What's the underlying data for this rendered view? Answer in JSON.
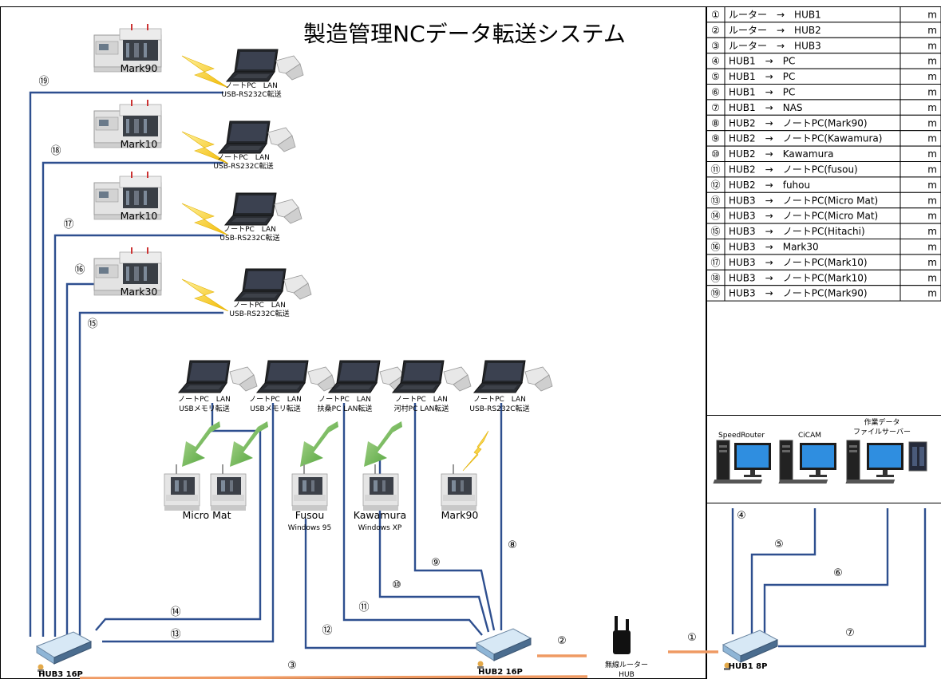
{
  "title": "製造管理NCデータ転送システム",
  "table": {
    "unit": "m",
    "rows": [
      {
        "num": "①",
        "route": "ルーター　→　HUB1"
      },
      {
        "num": "②",
        "route": "ルーター　→　HUB2"
      },
      {
        "num": "③",
        "route": "ルーター　→　HUB3"
      },
      {
        "num": "④",
        "route": "HUB1　→　PC"
      },
      {
        "num": "⑤",
        "route": "HUB1　→　PC"
      },
      {
        "num": "⑥",
        "route": "HUB1　→　PC"
      },
      {
        "num": "⑦",
        "route": "HUB1　→　NAS"
      },
      {
        "num": "⑧",
        "route": "HUB2　→　ノートPC(Mark90)"
      },
      {
        "num": "⑨",
        "route": "HUB2　→　ノートPC(Kawamura)"
      },
      {
        "num": "⑩",
        "route": "HUB2　→　Kawamura"
      },
      {
        "num": "⑪",
        "route": "HUB2　→　ノートPC(fusou)"
      },
      {
        "num": "⑫",
        "route": "HUB2　→　fuhou"
      },
      {
        "num": "⑬",
        "route": "HUB3　→　ノートPC(Micro Mat)"
      },
      {
        "num": "⑭",
        "route": "HUB3　→　ノートPC(Micro Mat)"
      },
      {
        "num": "⑮",
        "route": "HUB3　→　ノートPC(Hitachi)"
      },
      {
        "num": "⑯",
        "route": "HUB3　→　Mark30"
      },
      {
        "num": "⑰",
        "route": "HUB3　→　ノートPC(Mark10)"
      },
      {
        "num": "⑱",
        "route": "HUB3　→　ノートPC(Mark10)"
      },
      {
        "num": "⑲",
        "route": "HUB3　→　ノートPC(Mark90)"
      }
    ]
  },
  "machines_top": [
    "Mark90",
    "Mark10",
    "Mark10",
    "Mark30"
  ],
  "notepc_label": [
    "ノートPC　LAN",
    "USB-RS232C転送"
  ],
  "bottom_pcs": [
    [
      "ノートPC　LAN",
      "USBメモリ転送"
    ],
    [
      "ノートPC　LAN",
      "USBメモリ転送"
    ],
    [
      "ノートPC　LAN",
      "扶桑PC LAN転送"
    ],
    [
      "ノートPC　LAN",
      "河村PC LAN転送"
    ],
    [
      "ノートPC　LAN",
      "USB-RS232C転送"
    ]
  ],
  "bottom_machines": {
    "micromat": "Micro Mat",
    "fusou": "Fusou",
    "fusou_os": "Windows 95",
    "kawamura": "Kawamura",
    "kawamura_os": "Windows XP",
    "mark90": "Mark90"
  },
  "servers": {
    "speedrouter": "SpeedRouter",
    "cicam": "CiCAM",
    "fileserver": [
      "作業データ",
      "ファイルサーバー"
    ]
  },
  "hubs": {
    "hub3": "HUB3 16P",
    "hub2": "HUB2 16P",
    "hub1": "HUB1 8P",
    "router": [
      "無線ルーター",
      "HUB"
    ]
  },
  "cable_numbers": [
    "①",
    "②",
    "③",
    "④",
    "⑤",
    "⑥",
    "⑦",
    "⑧",
    "⑨",
    "⑩",
    "⑪",
    "⑫",
    "⑬",
    "⑭",
    "⑮",
    "⑯",
    "⑰",
    "⑱",
    "⑲"
  ],
  "colors": {
    "lan_cable": "#2e4f8f",
    "router_cable": "#ef9a63",
    "arrow": "#5aa83a",
    "lightning": "#f5c82a"
  }
}
